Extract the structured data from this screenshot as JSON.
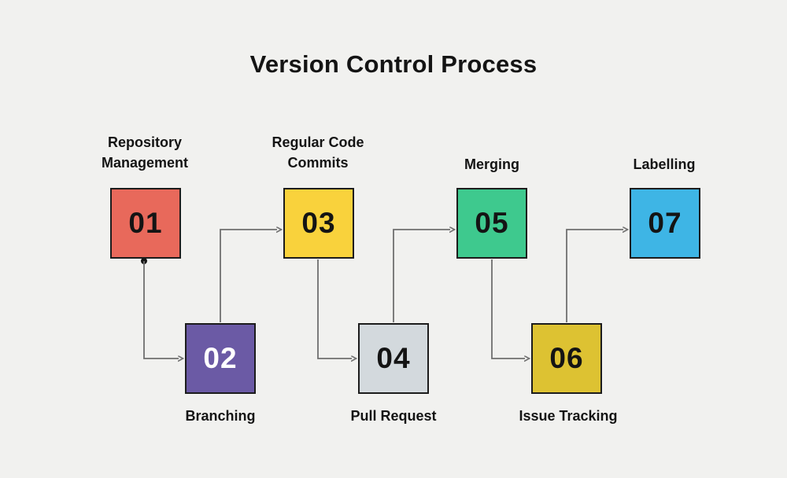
{
  "title": "Version Control Process",
  "background_color": "#f1f1ef",
  "connector_color": "#6f6f6f",
  "diagram": {
    "type": "process-flowchart",
    "steps": [
      {
        "number": "01",
        "label": "Repository Management",
        "color": "#e8695b",
        "text_color": "#141414",
        "row": "top"
      },
      {
        "number": "02",
        "label": "Branching",
        "color": "#6b5aa5",
        "text_color": "#ffffff",
        "row": "bottom"
      },
      {
        "number": "03",
        "label": "Regular Code Commits",
        "color": "#f9d23c",
        "text_color": "#141414",
        "row": "top"
      },
      {
        "number": "04",
        "label": "Pull Request",
        "color": "#d3d9dd",
        "text_color": "#141414",
        "row": "bottom"
      },
      {
        "number": "05",
        "label": "Merging",
        "color": "#3ec98e",
        "text_color": "#141414",
        "row": "top"
      },
      {
        "number": "06",
        "label": "Issue Tracking",
        "color": "#ddc232",
        "text_color": "#141414",
        "row": "bottom"
      },
      {
        "number": "07",
        "label": "Labelling",
        "color": "#3eb5e5",
        "text_color": "#141414",
        "row": "top"
      }
    ],
    "connections": [
      [
        "01",
        "02"
      ],
      [
        "02",
        "03"
      ],
      [
        "03",
        "04"
      ],
      [
        "04",
        "05"
      ],
      [
        "05",
        "06"
      ],
      [
        "06",
        "07"
      ]
    ]
  }
}
